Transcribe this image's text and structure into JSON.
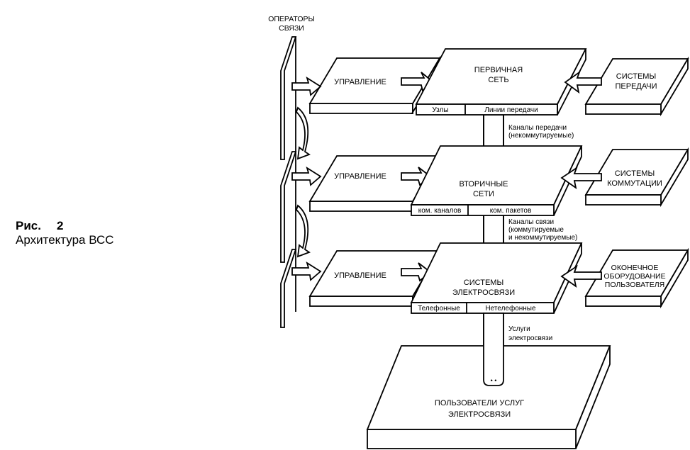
{
  "caption": {
    "figure_label": "Рис.",
    "figure_number": "2",
    "title": "Архитектура ВСС"
  },
  "operators": {
    "label_line1": "ОПЕРАТОРЫ",
    "label_line2": "СВЯЗИ"
  },
  "levels": [
    {
      "id": "primary",
      "control_label": "УПРАВЛЕНИЕ",
      "main_label_line1": "ПЕРВИЧНАЯ",
      "main_label_line2": "СЕТЬ",
      "cells": [
        "Узлы",
        "Линии передачи"
      ],
      "side_label_line1": "СИСТЕМЫ",
      "side_label_line2": "ПЕРЕДАЧИ",
      "side_label_line3": "",
      "link_label_line1": "Каналы передачи",
      "link_label_line2": "(некоммутируемые)",
      "link_label_line3": ""
    },
    {
      "id": "secondary",
      "control_label": "УПРАВЛЕНИЕ",
      "main_label_line1": "ВТОРИЧНЫЕ",
      "main_label_line2": "СЕТИ",
      "cells": [
        "ком. каналов",
        "ком. пакетов"
      ],
      "side_label_line1": "СИСТЕМЫ",
      "side_label_line2": "КОММУТАЦИИ",
      "side_label_line3": "",
      "link_label_line1": "Каналы связи",
      "link_label_line2": "(коммутируемые",
      "link_label_line3": "и некоммутируемые)"
    },
    {
      "id": "telecom",
      "control_label": "УПРАВЛЕНИЕ",
      "main_label_line1": "СИСТЕМЫ",
      "main_label_line2": "ЭЛЕКТРОСВЯЗИ",
      "cells": [
        "Телефонные",
        "Нетелефонные"
      ],
      "side_label_line1": "ОКОНЕЧНОЕ",
      "side_label_line2": "ОБОРУДОВАНИЕ",
      "side_label_line3": "ПОЛЬЗОВАТЕЛЯ",
      "link_label_line1": "Услуги",
      "link_label_line2": "электросвязи",
      "link_label_line3": ""
    }
  ],
  "users": {
    "label_line1": "ПОЛЬЗОВАТЕЛИ УСЛУГ",
    "label_line2": "ЭЛЕКТРОСВЯЗИ"
  }
}
